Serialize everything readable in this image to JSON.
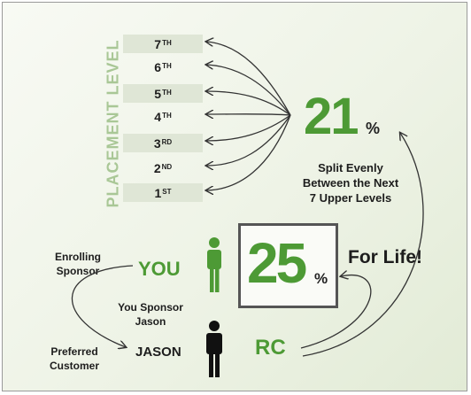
{
  "axis_label": "PLACEMENT LEVEL",
  "levels": [
    {
      "num": "7",
      "sfx": "TH"
    },
    {
      "num": "6",
      "sfx": "TH"
    },
    {
      "num": "5",
      "sfx": "TH"
    },
    {
      "num": "4",
      "sfx": "TH"
    },
    {
      "num": "3",
      "sfx": "RD"
    },
    {
      "num": "2",
      "sfx": "ND"
    },
    {
      "num": "1",
      "sfx": "ST"
    }
  ],
  "upper_share": {
    "value": "21",
    "unit": "%",
    "line1": "Split Evenly",
    "line2": "Between the Next",
    "line3": "7 Upper Levels"
  },
  "direct_share": {
    "value": "25",
    "unit": "%",
    "caption": "For Life!"
  },
  "people": {
    "you": "YOU",
    "jason": "JASON",
    "rc": "RC",
    "enrolling_line1": "Enrolling",
    "enrolling_line2": "Sponsor",
    "sponsor_line1": "You Sponsor",
    "sponsor_line2": "Jason",
    "preferred_line1": "Preferred",
    "preferred_line2": "Customer"
  },
  "colors": {
    "accent": "#4d9a35",
    "label_light": "#a9c796",
    "text": "#1d1d1d"
  }
}
